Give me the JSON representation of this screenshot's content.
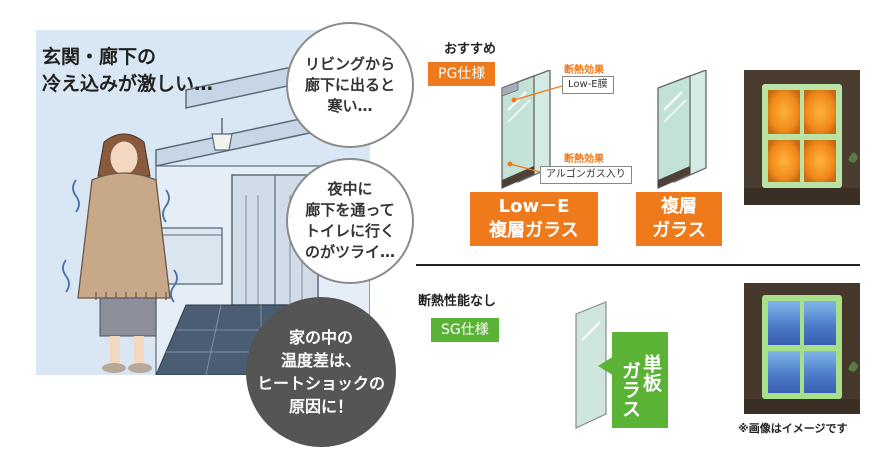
{
  "scene": {
    "headline": [
      "玄関・廊下の",
      "冷え込みが激しい…"
    ],
    "bubble_1": [
      "リビングから",
      "廊下に出ると",
      "寒い…"
    ],
    "bubble_2": [
      "夜中に",
      "廊下を通って",
      "トイレに行く",
      "のがツライ…"
    ],
    "bubble_3": [
      "家の中の",
      "温度差は、",
      "ヒートショックの",
      "原因に！"
    ]
  },
  "recommended": {
    "label": "おすすめ",
    "tag": "PG仕様",
    "callout_1_tag": "断熱効果",
    "callout_1": "Low-E膜",
    "callout_2_tag": "断熱効果",
    "callout_2": "アルゴンガス入り",
    "product_1": [
      "Low－E",
      "複層ガラス"
    ],
    "product_2": [
      "複層",
      "ガラス"
    ]
  },
  "standard": {
    "label": "断熱性能なし",
    "tag": "SG仕様",
    "product": [
      "単板",
      "ガラス"
    ]
  },
  "note": "※画像はイメージです",
  "colors": {
    "orange": "#ee7a1c",
    "green": "#5bb336",
    "bubble_dark": "#555555",
    "scene_bg": "#d9e6f3"
  }
}
